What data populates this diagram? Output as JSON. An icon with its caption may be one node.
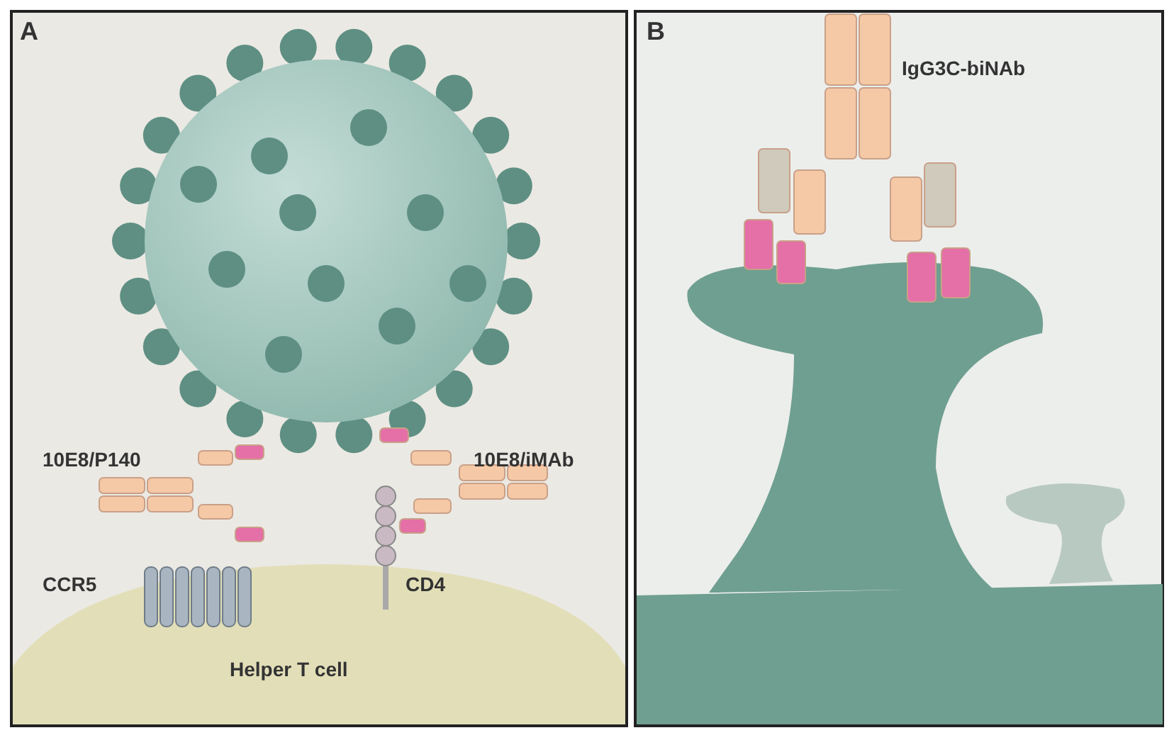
{
  "diagram": {
    "labels": [
      "A",
      "10E8/P140",
      "10E8/iMAb",
      "CCR5",
      "CD4",
      "Helper T cell",
      "B",
      "IgG3C-biNAb"
    ]
  }
}
